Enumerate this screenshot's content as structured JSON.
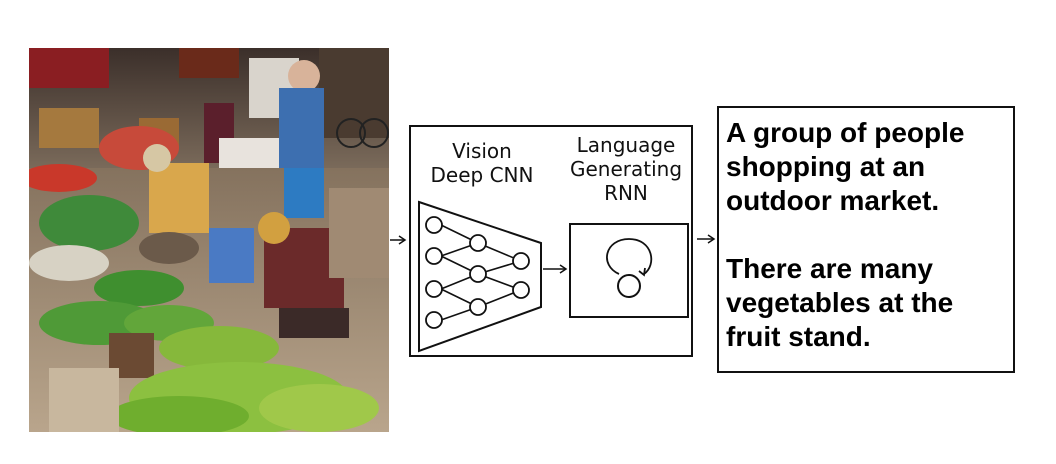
{
  "photo": {
    "subject": "outdoor vegetable market",
    "icon": "market-photo"
  },
  "model": {
    "vision_label": "Vision\nDeep CNN",
    "language_label": "Language\nGenerating\nRNN"
  },
  "captions": [
    "A group of people\nshopping at an\noutdoor market.",
    "There are many\nvegetables at the\nfruit stand."
  ],
  "colors": {
    "stroke": "#111111",
    "text": "#000000"
  }
}
